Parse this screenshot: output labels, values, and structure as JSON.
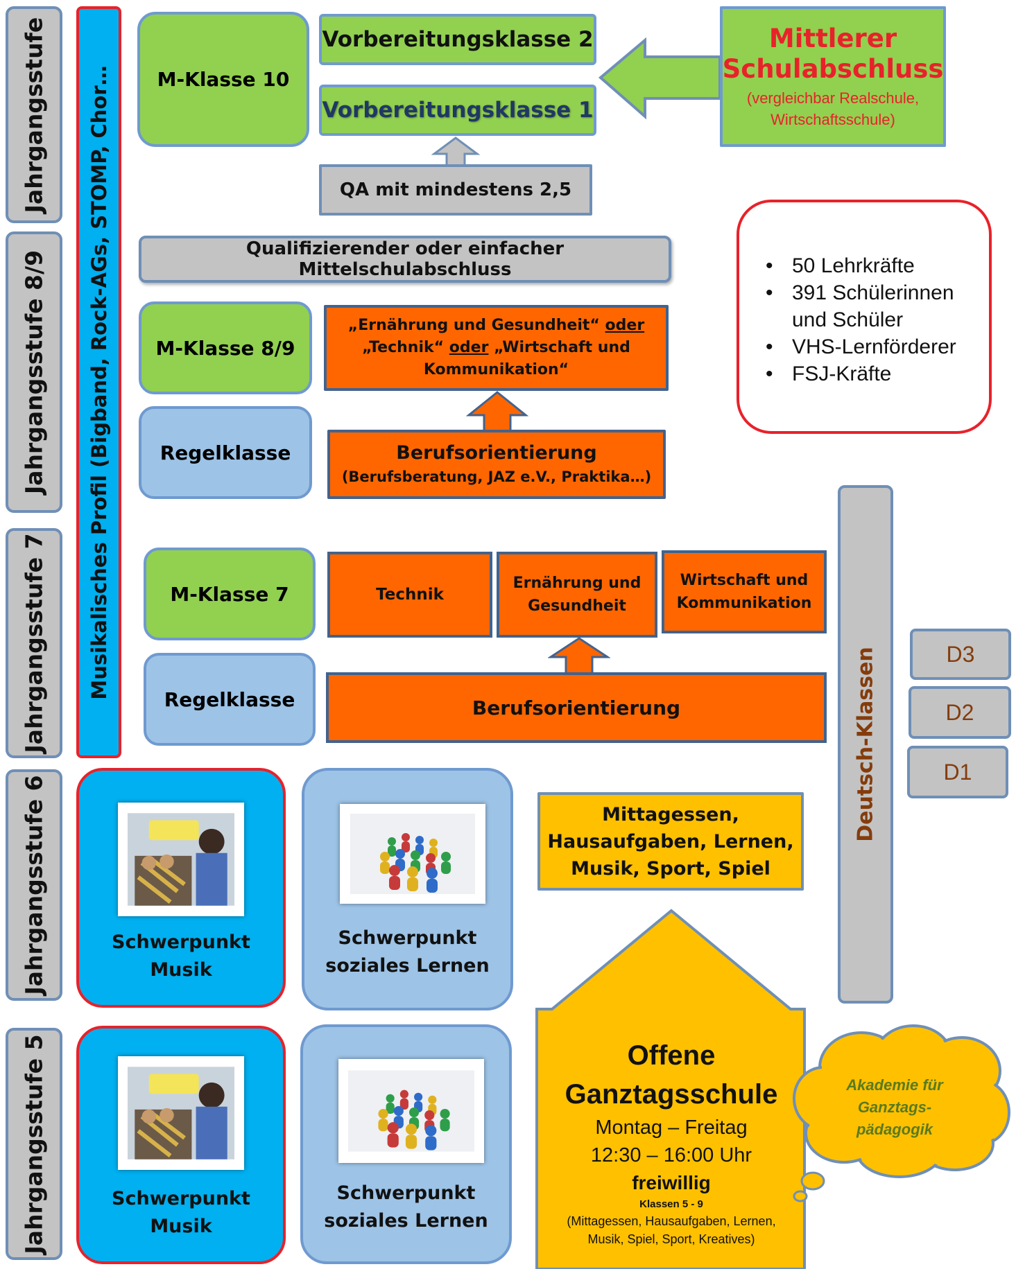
{
  "stages": {
    "stufe_10": "Jahrgangsstufe",
    "stufe_89": "Jahrgangsstufe 8/9",
    "stufe_7": "Jahrgangsstufe 7",
    "stufe_6": "Jahrgangsstufe 6",
    "stufe_5": "Jahrgangsstufe 5"
  },
  "music_profile": "Musikalisches Profil (Bigband, Rock-AGs, STOMP, Chor…",
  "top": {
    "m_klasse_10": "M-Klasse 10",
    "vk2": "Vorbereitungsklasse 2",
    "vk1": "Vorbereitungsklasse 1",
    "qa": "QA mit mindestens 2,5",
    "msa_title_1": "Mittlerer",
    "msa_title_2": "Schulabschluss",
    "msa_sub_1": "(vergleichbar Realschule,",
    "msa_sub_2": "Wirtschaftsschule)"
  },
  "facts": [
    "50 Lehrkräfte",
    "391 Schülerinnen und Schüler",
    "VHS-Lernförderer",
    "FSJ-Kräfte"
  ],
  "mid": {
    "qual": "Qualifizierender oder einfacher Mittelschulabschluss",
    "m_klasse_89": "M-Klasse 8/9",
    "regel_89": "Regelklasse",
    "profiles_1": "„Ernährung und Gesundheit“",
    "or_1": "oder",
    "profiles_2": "„Technik“",
    "or_2": "oder",
    "profiles_3": "„Wirtschaft und",
    "profiles_4": "Kommunikation“",
    "bo_title": "Berufsorientierung",
    "bo_sub": "(Berufsberatung, JAZ e.V., Praktika…)"
  },
  "seven": {
    "m_klasse_7": "M-Klasse 7",
    "regel_7": "Regelklasse",
    "technik": "Technik",
    "ernaehrung_1": "Ernährung und",
    "ernaehrung_2": "Gesundheit",
    "wirtschaft_1": "Wirtschaft und",
    "wirtschaft_2": "Kommunikation",
    "bo": "Berufsorientierung"
  },
  "deutsch": {
    "label": "Deutsch-Klassen",
    "d3": "D3",
    "d2": "D2",
    "d1": "D1"
  },
  "lower": {
    "musik_1": "Schwerpunkt",
    "musik_2": "Musik",
    "sozial_1": "Schwerpunkt",
    "sozial_2": "soziales Lernen",
    "activities_1": "Mittagessen,",
    "activities_2": "Hausaufgaben, Lernen,",
    "activities_3": "Musik, Sport, Spiel",
    "ogs_1": "Offene",
    "ogs_2": "Ganztagsschule",
    "ogs_days": "Montag – Freitag",
    "ogs_time": "12:30 – 16:00 Uhr",
    "ogs_vol": "freiwillig",
    "ogs_classes": "Klassen 5 - 9",
    "ogs_detail_1": "(Mittagessen, Hausaufgaben, Lernen,",
    "ogs_detail_2": "Musik, Spiel, Sport, Kreatives)",
    "cloud_1": "Akademie für",
    "cloud_2": "Ganztags-",
    "cloud_3": "pädagogik"
  },
  "colors": {
    "green": "#92d050",
    "orange": "#ff6600",
    "cyan": "#00b0f0",
    "light_blue": "#9dc3e6",
    "gray": "#c3c3c3",
    "yellow": "#ffc000",
    "red": "#e8222a",
    "deutsch_text": "#843c0c"
  }
}
